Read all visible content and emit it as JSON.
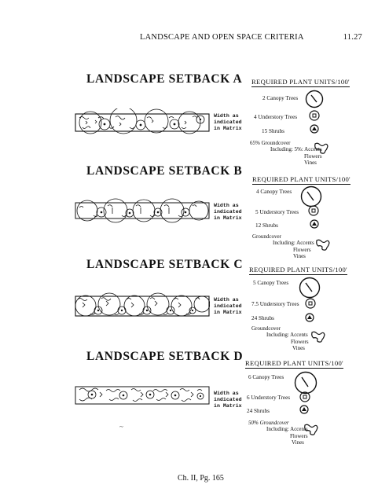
{
  "header": {
    "title": "LANDSCAPE AND OPEN SPACE CRITERIA",
    "page_ref": "11.27"
  },
  "sections": [
    {
      "title": "LANDSCAPE SETBACK A",
      "width_note": "Width as\nindicated\nin Matrix",
      "required_header": "REQUIRED PLANT UNITS/100'",
      "canopy": "2 Canopy Trees",
      "understory": "4 Understory Trees",
      "shrubs": "15 Shrubs",
      "groundcover": "65% Groundcover",
      "including": "Including: 5%: Accents",
      "flowers": "Flowers",
      "vines": "Vines"
    },
    {
      "title": "LANDSCAPE SETBACK B",
      "width_note": "Width as\nindicated\nin Matrix",
      "required_header": "REQUIRED PLANT UNITS/100'",
      "canopy": "4 Canopy Trees",
      "understory": "5 Understory Trees",
      "shrubs": "12 Shrubs",
      "groundcover": "Groundcover",
      "including": "Including: Accents",
      "flowers": "Flowers",
      "vines": "Vines"
    },
    {
      "title": "LANDSCAPE SETBACK C",
      "width_note": "Width as\nindicated\nin Matrix",
      "required_header": "REQUIRED PLANT UNITS/100'",
      "canopy": "5 Canopy Trees",
      "understory": "7.5 Understory Trees",
      "shrubs": "24 Shrubs",
      "groundcover": "Groundcover",
      "including": "Including: Accents",
      "flowers": "Flowers",
      "vines": "Vines"
    },
    {
      "title": "LANDSCAPE SETBACK D",
      "width_note": "Width as\nindicated\nin Matrix",
      "required_header": "REQUIRED PLANT UNITS/100'",
      "canopy": "6 Canopy Trees",
      "understory": "6 Understory Trees",
      "shrubs": "24 Shrubs",
      "groundcover": "50% Groundcover",
      "including": "Including: Accents",
      "flowers": "Flowers",
      "vines": "Vines"
    }
  ],
  "footer": {
    "page_label": "Ch. II, Pg. 165"
  },
  "stray_mark": "~"
}
